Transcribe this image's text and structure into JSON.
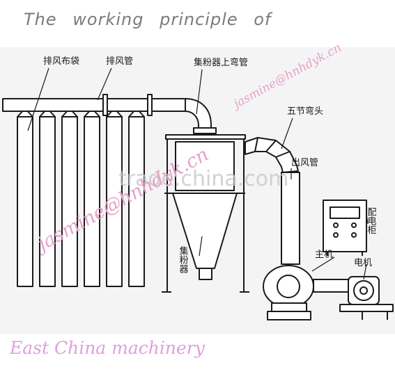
{
  "title": "The working principle of",
  "footer": "East China machinery",
  "watermarks": {
    "email_top": "jasmine@hnhdyk.cn",
    "email_mid": "jasmine@hnhdyk.cn",
    "site": "trade.china.com"
  },
  "labels": {
    "exhaust_cloth_bag": "排风布袋",
    "exhaust_pipe": "排风管",
    "collector_upper_elbow": "集粉器上弯管",
    "five_section_elbow": "五节弯头",
    "outlet_pipe": "出风管",
    "control_cabinet": "配电柜",
    "main_machine": "主机",
    "motor": "电机",
    "powder_collector": "集粉器"
  },
  "colors": {
    "watermark_pink": "#e7a1c9",
    "footer_pink": "#dea0dc",
    "title_gray": "#7a7a7a"
  }
}
